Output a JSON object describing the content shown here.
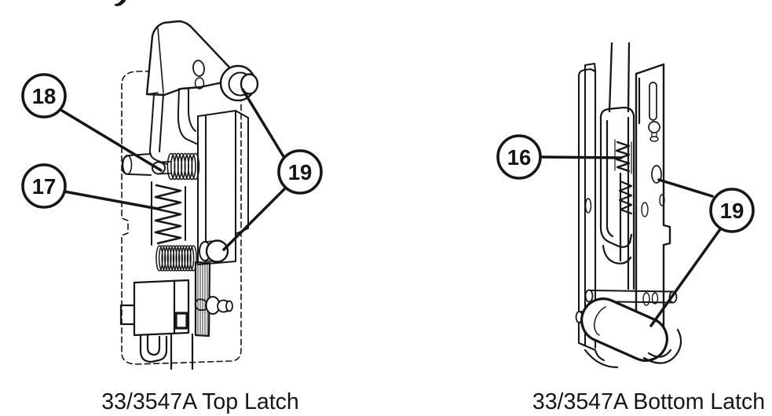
{
  "page": {
    "background_color": "#ffffff",
    "line_color": "#161616"
  },
  "diagrams": [
    {
      "name": "top-latch",
      "caption": "33/3547A Top Latch",
      "callouts": [
        {
          "label": "18"
        },
        {
          "label": "17"
        },
        {
          "label": "19"
        }
      ]
    },
    {
      "name": "bottom-latch",
      "caption": "33/3547A Bottom Latch",
      "callouts": [
        {
          "label": "16"
        },
        {
          "label": "19"
        }
      ]
    }
  ]
}
